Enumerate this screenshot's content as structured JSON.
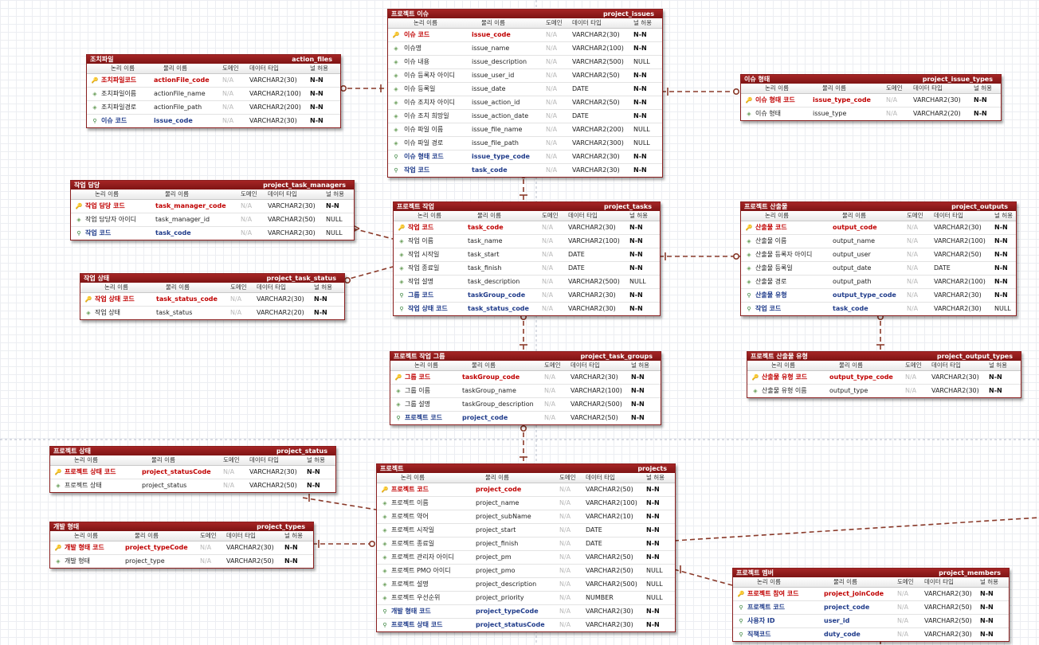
{
  "header_labels": {
    "logical": "논리 이름",
    "physical": "물리 이름",
    "domain": "도메인",
    "type": "데이터 타입",
    "null": "널 허용"
  },
  "colors": {
    "title_bar": "#8a1f1f",
    "pk_text": "#c00000",
    "fk_text": "#1f3b8a",
    "relationship": "#8a3a2a",
    "grid": "#eceef2"
  },
  "entities": [
    {
      "id": "project_issues",
      "logical": "프로젝트 이슈",
      "physical": "project_issues",
      "columns": [
        {
          "key": "pk",
          "logical": "이슈 코드",
          "physical": "issue_code",
          "domain": "N/A",
          "type": "VARCHAR2(30)",
          "null": "N-N"
        },
        {
          "key": "col",
          "logical": "이슈명",
          "physical": "issue_name",
          "domain": "N/A",
          "type": "VARCHAR2(100)",
          "null": "N-N"
        },
        {
          "key": "col",
          "logical": "이슈 내용",
          "physical": "issue_description",
          "domain": "N/A",
          "type": "VARCHAR2(500)",
          "null": "NULL"
        },
        {
          "key": "col",
          "logical": "이슈 등록자 아이디",
          "physical": "issue_user_id",
          "domain": "N/A",
          "type": "VARCHAR2(50)",
          "null": "N-N"
        },
        {
          "key": "col",
          "logical": "이슈 등록일",
          "physical": "issue_date",
          "domain": "N/A",
          "type": "DATE",
          "null": "N-N"
        },
        {
          "key": "col",
          "logical": "이슈 조치자 아이디",
          "physical": "issue_action_id",
          "domain": "N/A",
          "type": "VARCHAR2(50)",
          "null": "N-N"
        },
        {
          "key": "col",
          "logical": "이슈 조치 희망일",
          "physical": "issue_action_date",
          "domain": "N/A",
          "type": "DATE",
          "null": "N-N"
        },
        {
          "key": "col",
          "logical": "이슈 파일 이름",
          "physical": "issue_file_name",
          "domain": "N/A",
          "type": "VARCHAR2(200)",
          "null": "NULL"
        },
        {
          "key": "col",
          "logical": "이슈 파일 경로",
          "physical": "issue_file_path",
          "domain": "N/A",
          "type": "VARCHAR2(300)",
          "null": "NULL"
        },
        {
          "key": "fk",
          "logical": "이슈 형태 코드",
          "physical": "issue_type_code",
          "domain": "N/A",
          "type": "VARCHAR2(30)",
          "null": "N-N"
        },
        {
          "key": "fk",
          "logical": "작업 코드",
          "physical": "task_code",
          "domain": "N/A",
          "type": "VARCHAR2(30)",
          "null": "N-N"
        }
      ]
    },
    {
      "id": "action_files",
      "logical": "조치파일",
      "physical": "action_files",
      "columns": [
        {
          "key": "pk",
          "logical": "조치파일코드",
          "physical": "actionFile_code",
          "domain": "N/A",
          "type": "VARCHAR2(30)",
          "null": "N-N"
        },
        {
          "key": "col",
          "logical": "조치파일이름",
          "physical": "actionFile_name",
          "domain": "N/A",
          "type": "VARCHAR2(100)",
          "null": "N-N"
        },
        {
          "key": "col",
          "logical": "조치파일경로",
          "physical": "actionFile_path",
          "domain": "N/A",
          "type": "VARCHAR2(200)",
          "null": "N-N"
        },
        {
          "key": "fk",
          "logical": "이슈 코드",
          "physical": "issue_code",
          "domain": "N/A",
          "type": "VARCHAR2(30)",
          "null": "N-N"
        }
      ]
    },
    {
      "id": "project_issue_types",
      "logical": "이슈 형태",
      "physical": "project_issue_types",
      "columns": [
        {
          "key": "pk",
          "logical": "이슈 형태 코드",
          "physical": "issue_type_code",
          "domain": "N/A",
          "type": "VARCHAR2(30)",
          "null": "N-N"
        },
        {
          "key": "col",
          "logical": "이슈 형태",
          "physical": "issue_type",
          "domain": "N/A",
          "type": "VARCHAR2(20)",
          "null": "N-N"
        }
      ]
    },
    {
      "id": "project_task_managers",
      "logical": "작업 담당",
      "physical": "project_task_managers",
      "columns": [
        {
          "key": "pk",
          "logical": "작업 담당 코드",
          "physical": "task_manager_code",
          "domain": "N/A",
          "type": "VARCHAR2(30)",
          "null": "N-N"
        },
        {
          "key": "col",
          "logical": "작업 담당자 아이디",
          "physical": "task_manager_id",
          "domain": "N/A",
          "type": "VARCHAR2(50)",
          "null": "NULL"
        },
        {
          "key": "fk",
          "logical": "작업 코드",
          "physical": "task_code",
          "domain": "N/A",
          "type": "VARCHAR2(30)",
          "null": "NULL"
        }
      ]
    },
    {
      "id": "project_tasks",
      "logical": "프로젝트 작업",
      "physical": "project_tasks",
      "columns": [
        {
          "key": "pk",
          "logical": "작업 코드",
          "physical": "task_code",
          "domain": "N/A",
          "type": "VARCHAR2(30)",
          "null": "N-N"
        },
        {
          "key": "col",
          "logical": "작업 이름",
          "physical": "task_name",
          "domain": "N/A",
          "type": "VARCHAR2(100)",
          "null": "N-N"
        },
        {
          "key": "col",
          "logical": "작업 시작일",
          "physical": "task_start",
          "domain": "N/A",
          "type": "DATE",
          "null": "N-N"
        },
        {
          "key": "col",
          "logical": "작업 종료일",
          "physical": "task_finish",
          "domain": "N/A",
          "type": "DATE",
          "null": "N-N"
        },
        {
          "key": "col",
          "logical": "작업 설명",
          "physical": "task_description",
          "domain": "N/A",
          "type": "VARCHAR2(500)",
          "null": "NULL"
        },
        {
          "key": "fk",
          "logical": "그룹 코드",
          "physical": "taskGroup_code",
          "domain": "N/A",
          "type": "VARCHAR2(30)",
          "null": "N-N"
        },
        {
          "key": "fk",
          "logical": "작업 상태 코드",
          "physical": "task_status_code",
          "domain": "N/A",
          "type": "VARCHAR2(30)",
          "null": "N-N"
        }
      ]
    },
    {
      "id": "project_outputs",
      "logical": "프로젝트 산출물",
      "physical": "project_outputs",
      "columns": [
        {
          "key": "pk",
          "logical": "산출물 코드",
          "physical": "output_code",
          "domain": "N/A",
          "type": "VARCHAR2(30)",
          "null": "N-N"
        },
        {
          "key": "col",
          "logical": "산출물 이름",
          "physical": "output_name",
          "domain": "N/A",
          "type": "VARCHAR2(100)",
          "null": "N-N"
        },
        {
          "key": "col",
          "logical": "산출물 등록자 아이디",
          "physical": "output_user",
          "domain": "N/A",
          "type": "VARCHAR2(50)",
          "null": "N-N"
        },
        {
          "key": "col",
          "logical": "산출물 등록일",
          "physical": "output_date",
          "domain": "N/A",
          "type": "DATE",
          "null": "N-N"
        },
        {
          "key": "col",
          "logical": "산출물 경로",
          "physical": "output_path",
          "domain": "N/A",
          "type": "VARCHAR2(100)",
          "null": "N-N"
        },
        {
          "key": "fk",
          "logical": "산출물 유형",
          "physical": "output_type_code",
          "domain": "N/A",
          "type": "VARCHAR2(30)",
          "null": "N-N"
        },
        {
          "key": "fk",
          "logical": "작업 코드",
          "physical": "task_code",
          "domain": "N/A",
          "type": "VARCHAR2(30)",
          "null": "NULL"
        }
      ]
    },
    {
      "id": "project_task_status",
      "logical": "작업 상태",
      "physical": "project_task_status",
      "columns": [
        {
          "key": "pk",
          "logical": "작업 상태 코드",
          "physical": "task_status_code",
          "domain": "N/A",
          "type": "VARCHAR2(30)",
          "null": "N-N"
        },
        {
          "key": "col",
          "logical": "작업 상태",
          "physical": "task_status",
          "domain": "N/A",
          "type": "VARCHAR2(20)",
          "null": "N-N"
        }
      ]
    },
    {
      "id": "project_task_groups",
      "logical": "프로젝트 작업 그룹",
      "physical": "project_task_groups",
      "columns": [
        {
          "key": "pk",
          "logical": "그룹 코드",
          "physical": "taskGroup_code",
          "domain": "N/A",
          "type": "VARCHAR2(30)",
          "null": "N-N"
        },
        {
          "key": "col",
          "logical": "그룹 이름",
          "physical": "taskGroup_name",
          "domain": "N/A",
          "type": "VARCHAR2(100)",
          "null": "N-N"
        },
        {
          "key": "col",
          "logical": "그룹 설명",
          "physical": "taskGroup_description",
          "domain": "N/A",
          "type": "VARCHAR2(500)",
          "null": "N-N"
        },
        {
          "key": "fk",
          "logical": "프로젝트 코드",
          "physical": "project_code",
          "domain": "N/A",
          "type": "VARCHAR2(50)",
          "null": "N-N"
        }
      ]
    },
    {
      "id": "project_output_types",
      "logical": "프로젝트 산출물 유형",
      "physical": "project_output_types",
      "columns": [
        {
          "key": "pk",
          "logical": "산출물 유형 코드",
          "physical": "output_type_code",
          "domain": "N/A",
          "type": "VARCHAR2(30)",
          "null": "N-N"
        },
        {
          "key": "col",
          "logical": "산출물 유형 이름",
          "physical": "output_type",
          "domain": "N/A",
          "type": "VARCHAR2(30)",
          "null": "N-N"
        }
      ]
    },
    {
      "id": "project_status",
      "logical": "프로젝트 상태",
      "physical": "project_status",
      "columns": [
        {
          "key": "pk",
          "logical": "프로젝트 상태 코드",
          "physical": "project_statusCode",
          "domain": "N/A",
          "type": "VARCHAR2(30)",
          "null": "N-N"
        },
        {
          "key": "col",
          "logical": "프로젝트 상태",
          "physical": "project_status",
          "domain": "N/A",
          "type": "VARCHAR2(50)",
          "null": "N-N"
        }
      ]
    },
    {
      "id": "projects",
      "logical": "프로젝트",
      "physical": "projects",
      "columns": [
        {
          "key": "pk",
          "logical": "프로젝트 코드",
          "physical": "project_code",
          "domain": "N/A",
          "type": "VARCHAR2(50)",
          "null": "N-N"
        },
        {
          "key": "col",
          "logical": "프로젝트 이름",
          "physical": "project_name",
          "domain": "N/A",
          "type": "VARCHAR2(100)",
          "null": "N-N"
        },
        {
          "key": "col",
          "logical": "프로젝트 약어",
          "physical": "project_subName",
          "domain": "N/A",
          "type": "VARCHAR2(10)",
          "null": "N-N"
        },
        {
          "key": "col",
          "logical": "프로젝트 시작일",
          "physical": "project_start",
          "domain": "N/A",
          "type": "DATE",
          "null": "N-N"
        },
        {
          "key": "col",
          "logical": "프로젝트 종료일",
          "physical": "project_finish",
          "domain": "N/A",
          "type": "DATE",
          "null": "N-N"
        },
        {
          "key": "col",
          "logical": "프로젝트 관리자 아이디",
          "physical": "project_pm",
          "domain": "N/A",
          "type": "VARCHAR2(50)",
          "null": "N-N"
        },
        {
          "key": "col",
          "logical": "프로젝트 PMO 아이디",
          "physical": "project_pmo",
          "domain": "N/A",
          "type": "VARCHAR2(50)",
          "null": "NULL"
        },
        {
          "key": "col",
          "logical": "프로젝트 설명",
          "physical": "project_description",
          "domain": "N/A",
          "type": "VARCHAR2(500)",
          "null": "NULL"
        },
        {
          "key": "col",
          "logical": "프로젝트 우선순위",
          "physical": "project_priority",
          "domain": "N/A",
          "type": "NUMBER",
          "null": "NULL"
        },
        {
          "key": "fk",
          "logical": "개발 형태 코드",
          "physical": "project_typeCode",
          "domain": "N/A",
          "type": "VARCHAR2(30)",
          "null": "N-N"
        },
        {
          "key": "fk",
          "logical": "프로젝트 상태 코드",
          "physical": "project_statusCode",
          "domain": "N/A",
          "type": "VARCHAR2(30)",
          "null": "N-N"
        }
      ]
    },
    {
      "id": "project_types",
      "logical": "개발 형태",
      "physical": "project_types",
      "columns": [
        {
          "key": "pk",
          "logical": "개발 형태 코드",
          "physical": "project_typeCode",
          "domain": "N/A",
          "type": "VARCHAR2(30)",
          "null": "N-N"
        },
        {
          "key": "col",
          "logical": "개발 형태",
          "physical": "project_type",
          "domain": "N/A",
          "type": "VARCHAR2(50)",
          "null": "N-N"
        }
      ]
    },
    {
      "id": "project_members",
      "logical": "프로젝트 멤버",
      "physical": "project_members",
      "columns": [
        {
          "key": "pk",
          "logical": "프로젝트 참여 코드",
          "physical": "project_joinCode",
          "domain": "N/A",
          "type": "VARCHAR2(30)",
          "null": "N-N"
        },
        {
          "key": "fk",
          "logical": "프로젝트 코드",
          "physical": "project_code",
          "domain": "N/A",
          "type": "VARCHAR2(50)",
          "null": "N-N"
        },
        {
          "key": "fk",
          "logical": "사용자 ID",
          "physical": "user_id",
          "domain": "N/A",
          "type": "VARCHAR2(50)",
          "null": "N-N"
        },
        {
          "key": "fk",
          "logical": "직책코드",
          "physical": "duty_code",
          "domain": "N/A",
          "type": "VARCHAR2(30)",
          "null": "N-N"
        }
      ]
    }
  ]
}
